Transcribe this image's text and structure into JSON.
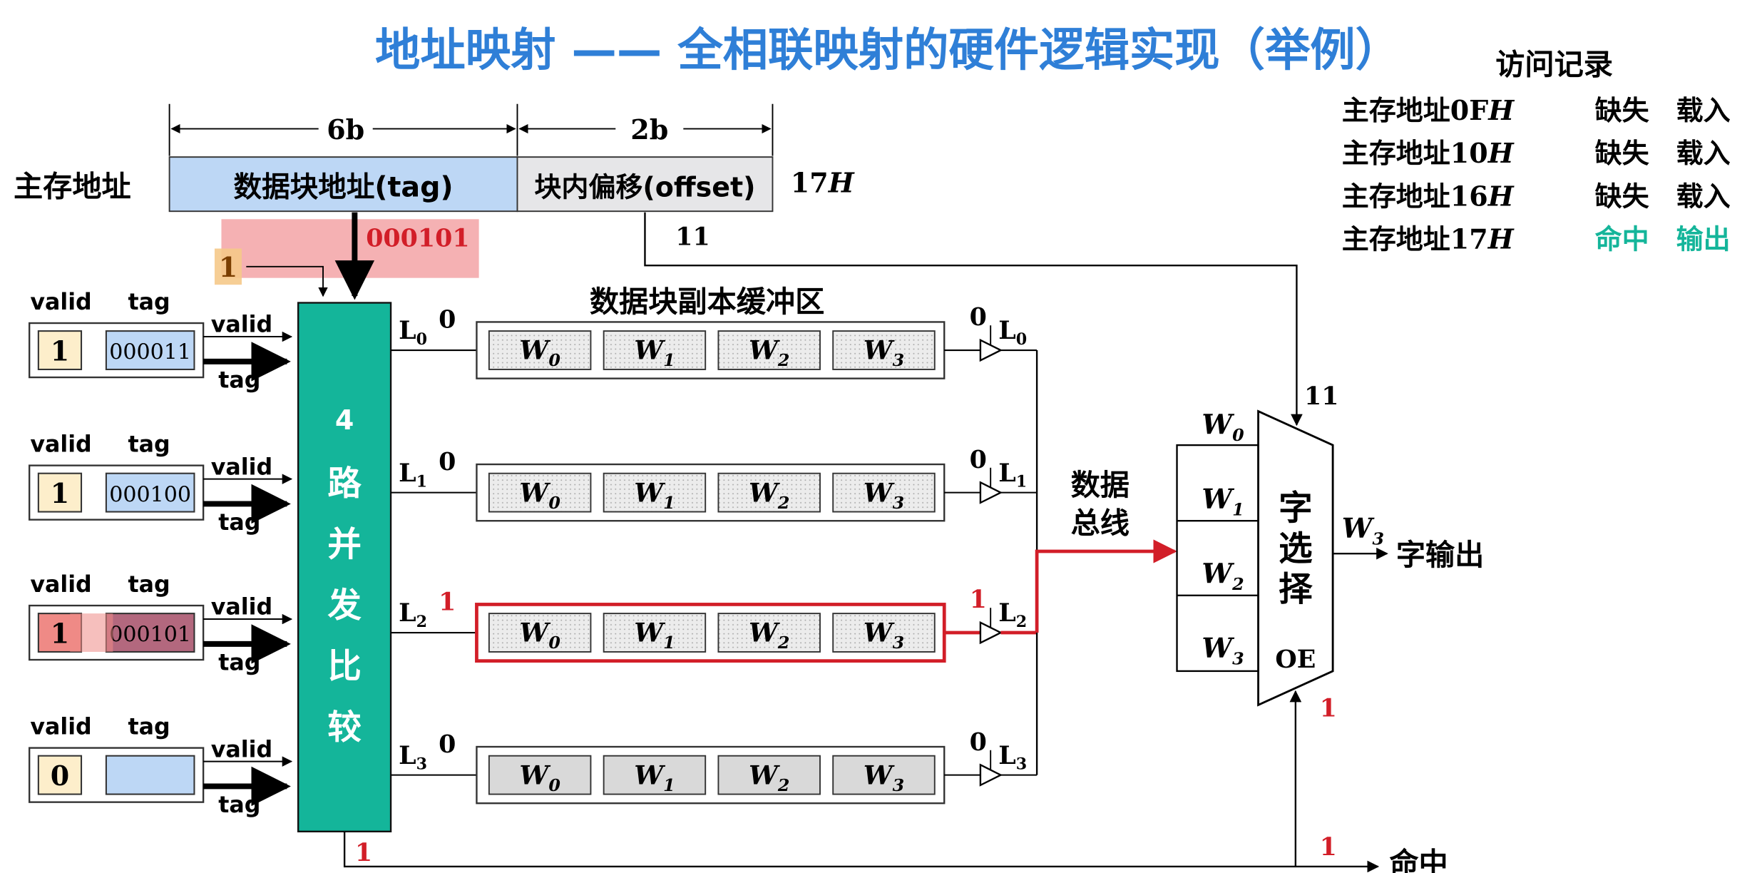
{
  "title": "地址映射 —— 全相联映射的硬件逻辑实现（举例）",
  "address": {
    "label": "主存地址",
    "tag_bits": "6b",
    "offset_bits": "2b",
    "tag_field": "数据块地址(tag)",
    "offset_field": "块内偏移(offset)",
    "value": "17",
    "value_suffix": "H",
    "tag_value": "000101",
    "offset_value": "11",
    "valid_probe": "1"
  },
  "access_log": {
    "heading": "访问记录",
    "rows": [
      {
        "prefix": "主存地址",
        "addr": "0F",
        "suffix": "H",
        "status": "缺失",
        "action": "载入"
      },
      {
        "prefix": "主存地址",
        "addr": "10",
        "suffix": "H",
        "status": "缺失",
        "action": "载入"
      },
      {
        "prefix": "主存地址",
        "addr": "16",
        "suffix": "H",
        "status": "缺失",
        "action": "载入"
      },
      {
        "prefix": "主存地址",
        "addr": "17",
        "suffix": "H",
        "status": "命中",
        "action": "输出"
      }
    ]
  },
  "lines": [
    {
      "valid_label": "valid",
      "tag_label": "tag",
      "valid": "1",
      "tag": "000011",
      "wire_valid": "valid",
      "wire_tag": "tag",
      "line": "L",
      "sub": "0",
      "match": "0",
      "enable": "0",
      "words": [
        "W",
        "W",
        "W",
        "W"
      ],
      "word_subs": [
        "0",
        "1",
        "2",
        "3"
      ],
      "hit": false
    },
    {
      "valid_label": "valid",
      "tag_label": "tag",
      "valid": "1",
      "tag": "000100",
      "wire_valid": "valid",
      "wire_tag": "tag",
      "line": "L",
      "sub": "1",
      "match": "0",
      "enable": "0",
      "words": [
        "W",
        "W",
        "W",
        "W"
      ],
      "word_subs": [
        "0",
        "1",
        "2",
        "3"
      ],
      "hit": false
    },
    {
      "valid_label": "valid",
      "tag_label": "tag",
      "valid": "1",
      "tag": "000101",
      "wire_valid": "valid",
      "wire_tag": "tag",
      "line": "L",
      "sub": "2",
      "match": "1",
      "enable": "1",
      "words": [
        "W",
        "W",
        "W",
        "W"
      ],
      "word_subs": [
        "0",
        "1",
        "2",
        "3"
      ],
      "hit": true
    },
    {
      "valid_label": "valid",
      "tag_label": "tag",
      "valid": "0",
      "tag": "",
      "wire_valid": "valid",
      "wire_tag": "tag",
      "line": "L",
      "sub": "3",
      "match": "0",
      "enable": "0",
      "words": [
        "W",
        "W",
        "W",
        "W"
      ],
      "word_subs": [
        "0",
        "1",
        "2",
        "3"
      ],
      "hit": false
    }
  ],
  "comparator": {
    "chars": [
      "4",
      "路",
      "并",
      "发",
      "比",
      "较"
    ],
    "out": "1"
  },
  "buffer_title": "数据块副本缓冲区",
  "bus_label": [
    "数据",
    "总线"
  ],
  "mux": {
    "chars": [
      "字",
      "选",
      "择"
    ],
    "oe": "OE",
    "inputs": [
      {
        "w": "W",
        "s": "0"
      },
      {
        "w": "W",
        "s": "1"
      },
      {
        "w": "W",
        "s": "2"
      },
      {
        "w": "W",
        "s": "3"
      }
    ],
    "select": "11",
    "oe_value": "1",
    "out_w": "W",
    "out_s": "3",
    "out_label": "字输出"
  },
  "hit": {
    "value": "1",
    "label": "命中"
  },
  "colors": {
    "title": "#2f7fd7",
    "comparator": "#14b59a",
    "tag_fill": "#bdd7f5",
    "valid_fill": "#fdeecb",
    "hit_red": "#d21e28",
    "teal_text": "#14b59a",
    "highlight": "#f3a3a6"
  }
}
